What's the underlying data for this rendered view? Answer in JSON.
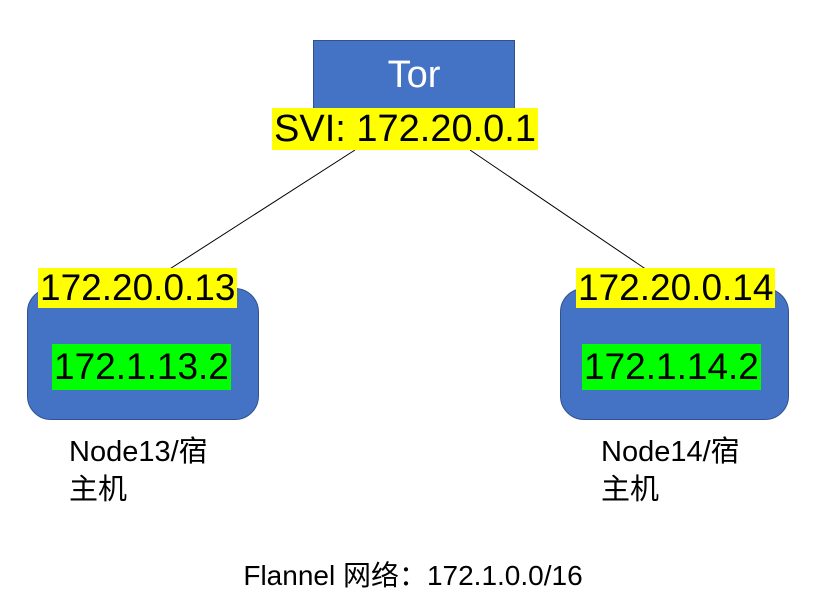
{
  "tor": {
    "label": "Tor",
    "svi": "SVI: 172.20.0.1"
  },
  "nodes": [
    {
      "underlay_ip": "172.20.0.13",
      "overlay_ip": "172.1.13.2",
      "caption": "Node13/宿主机"
    },
    {
      "underlay_ip": "172.20.0.14",
      "overlay_ip": "172.1.14.2",
      "caption": "Node14/宿主机"
    }
  ],
  "footer": "Flannel 网络：172.1.0.0/16",
  "colors": {
    "box_fill": "#4472c4",
    "box_border": "#2f528f",
    "underlay_highlight": "#ffff00",
    "overlay_highlight": "#00ff00",
    "link_line": "#000000"
  }
}
